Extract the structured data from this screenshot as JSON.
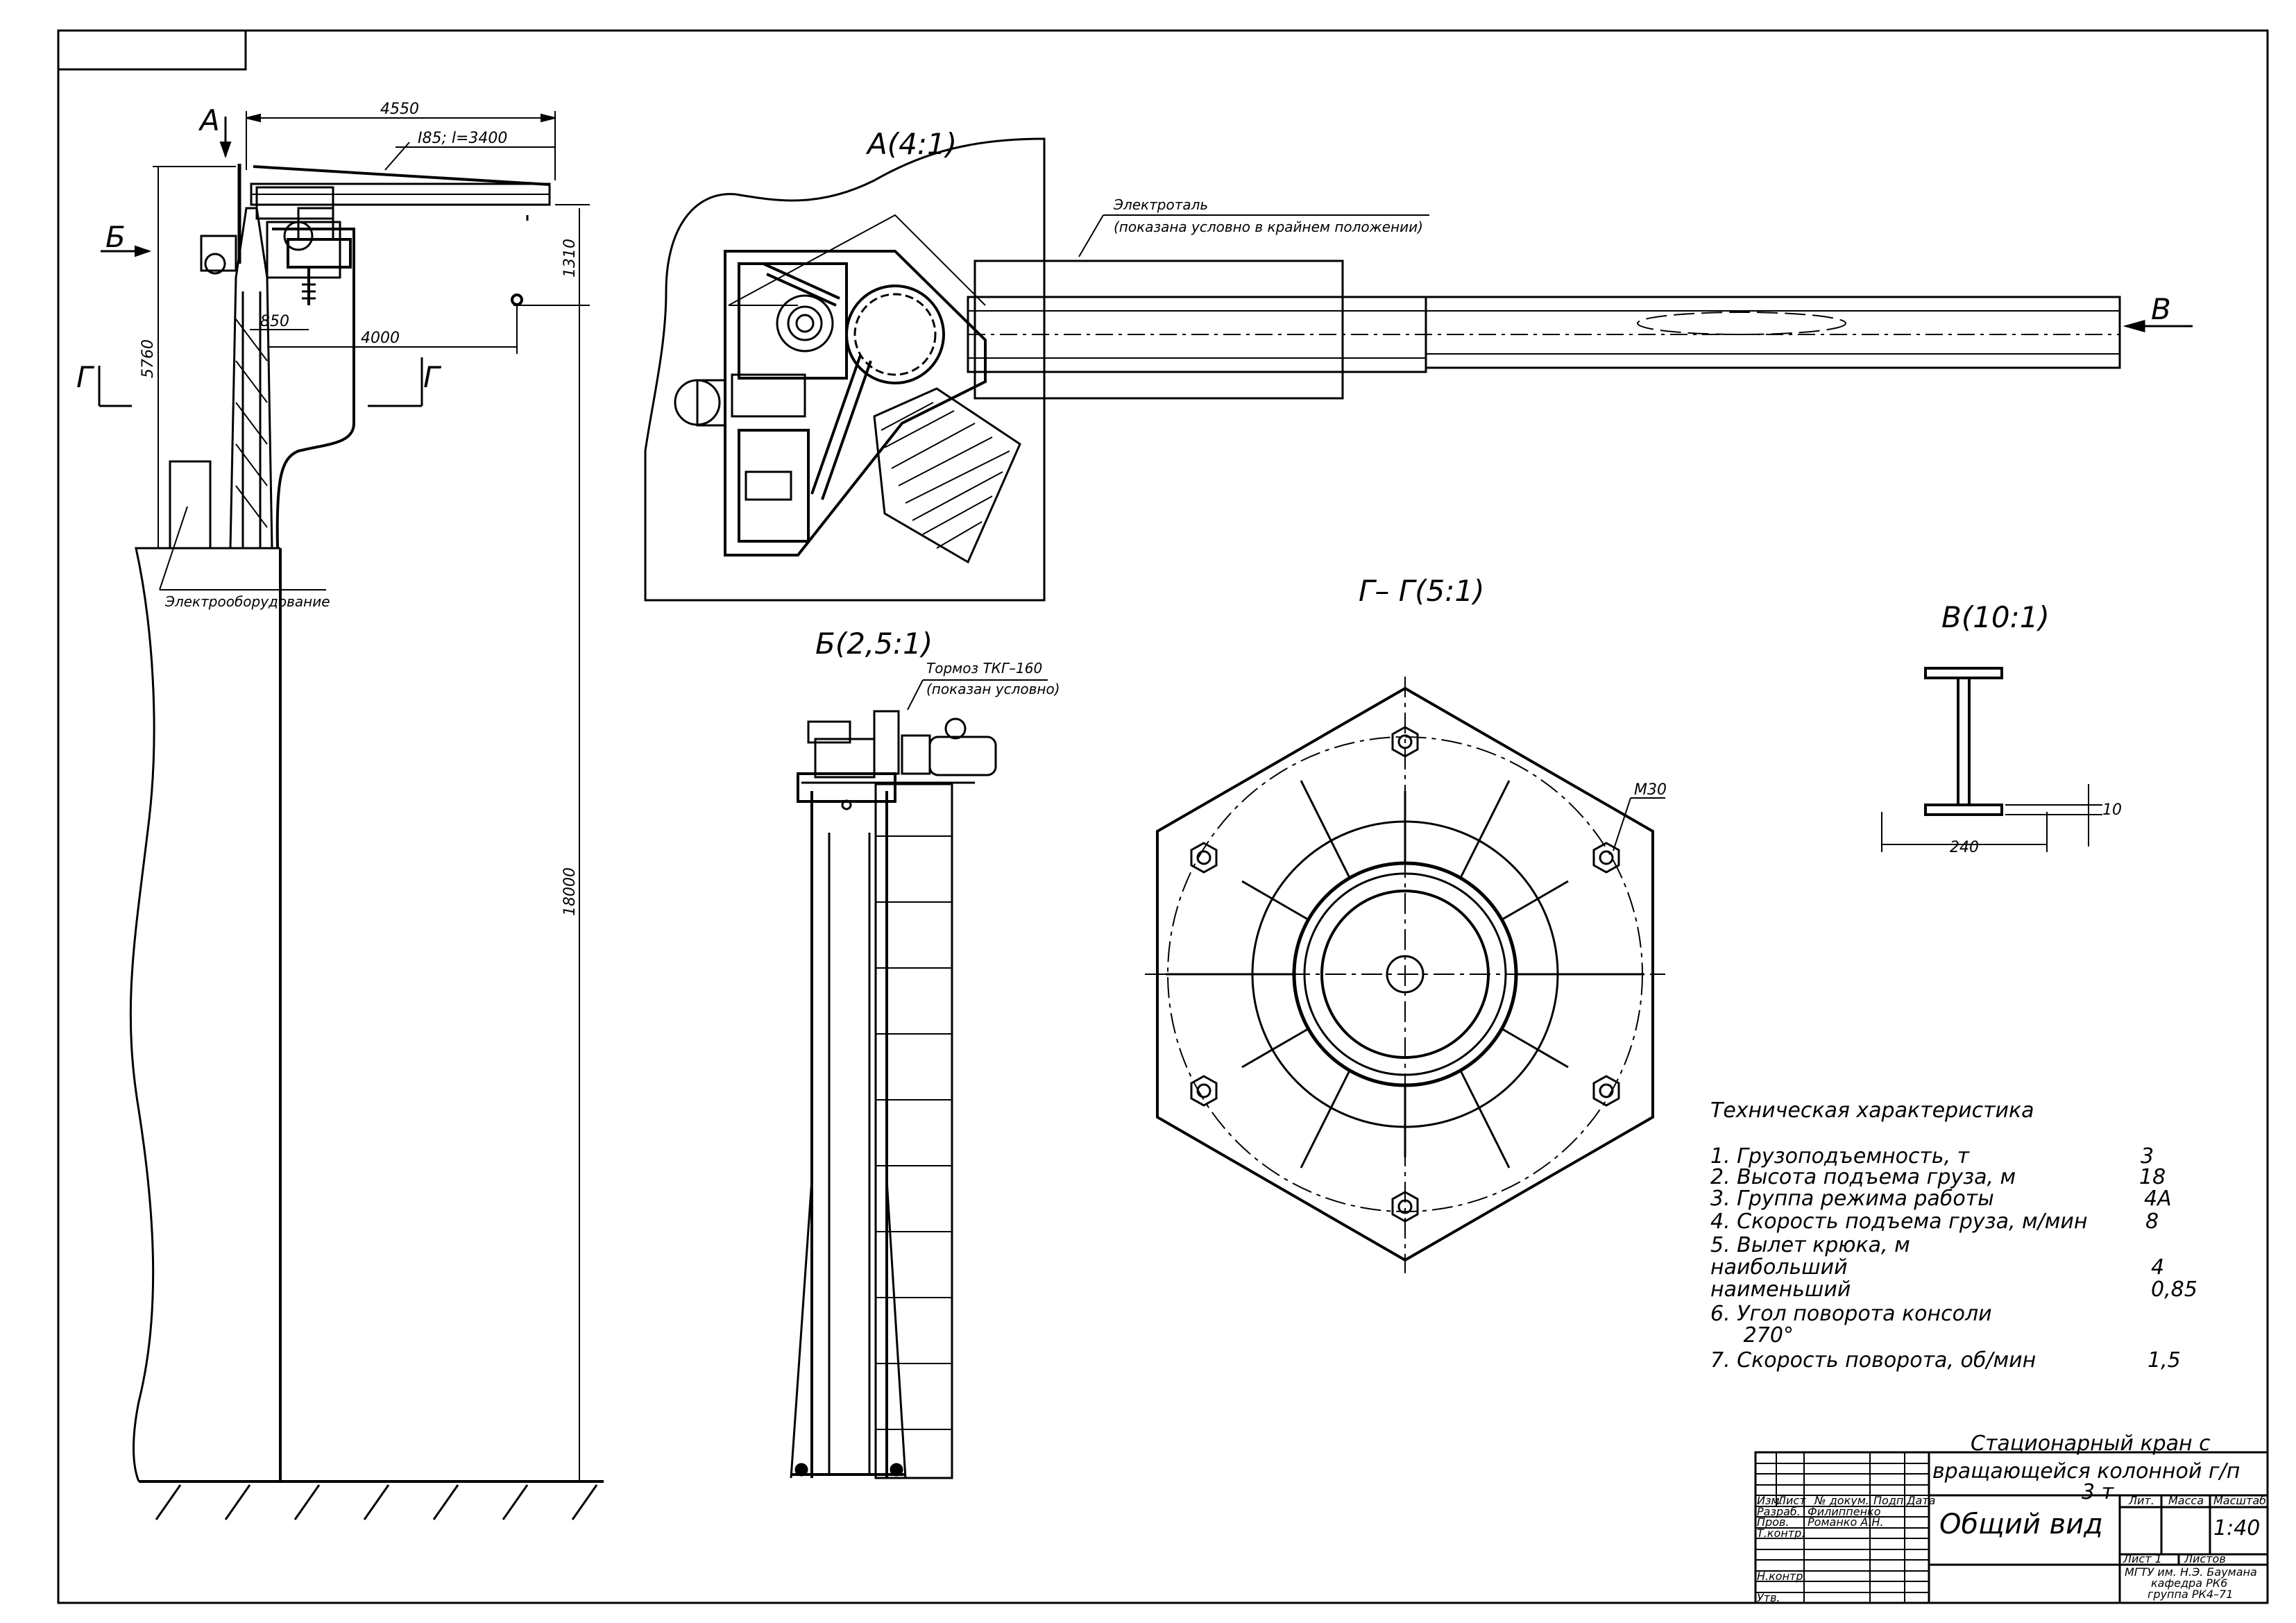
{
  "drawing": {
    "views": {
      "a": "A(4:1)",
      "b": "Б(2,5:1)",
      "g": "Г– Г(5:1)",
      "v": "В(10:1)"
    },
    "section_marks": {
      "a": "А",
      "b": "Б",
      "g": "Г",
      "v": "В"
    },
    "dimensions": {
      "d4550": "4550",
      "d_i85": "I85; l=3400",
      "d1310": "1310",
      "d5760": "5760",
      "d850": "850",
      "d4000": "4000",
      "d18000": "18000",
      "d10": "10",
      "d240": "240",
      "m30": "M30"
    },
    "callouts": {
      "electrotal": "Электроталь",
      "electrotal_note": "(показана условно в крайнем положении)",
      "brake": "Тормоз ТКГ–160",
      "brake_note": "(показан условно)",
      "equipment": "Электрооборудование"
    }
  },
  "specs": {
    "title": "Техническая характеристика",
    "rows": [
      {
        "label": "1.   Грузоподъемность, т",
        "value": "3"
      },
      {
        "label": "2.   Высота подъема груза, м",
        "value": "18"
      },
      {
        "label": "3.   Группа режима работы",
        "value": "4А"
      },
      {
        "label": "4.   Скорость подъема груза, м/мин",
        "value": "8"
      },
      {
        "label": "5.           Вылет крюка, м",
        "value": ""
      },
      {
        "label": "наибольший",
        "value": "4"
      },
      {
        "label": "наименьший",
        "value": "0,85"
      },
      {
        "label": "6.   Угол поворота консоли",
        "value": ""
      },
      {
        "label": "     270°",
        "value": ""
      },
      {
        "label": "7.   Скорость поворота, об/мин",
        "value": "1,5"
      }
    ]
  },
  "title_block": {
    "title_line1": "Стационарный кран с",
    "title_line2": "вращающейся колонной г/п",
    "title_line3": "3 т",
    "subtitle": "Общий вид",
    "scale": "1:40",
    "col_lit": "Лит.",
    "col_mass": "Масса",
    "col_scale": "Масштаб",
    "sheet": "Лист 1",
    "sheets": "Листов",
    "org_line1": "МГТУ им. Н.Э. Баумана",
    "org_line2": "кафедра РК6",
    "org_line3": "группа РК4–71",
    "hdr_izm": "Изм.",
    "hdr_list": "Лист",
    "hdr_doc": "№ докум.",
    "hdr_sign": "Подп.",
    "hdr_date": "Дата",
    "role_dev": "Разраб.",
    "role_check": "Пров.",
    "role_tcontr": "Т.контр.",
    "role_ncontr": "Н.контр.",
    "role_appr": "Утв.",
    "name_dev": "Филиппенко",
    "name_check": "Романко А.Н."
  }
}
